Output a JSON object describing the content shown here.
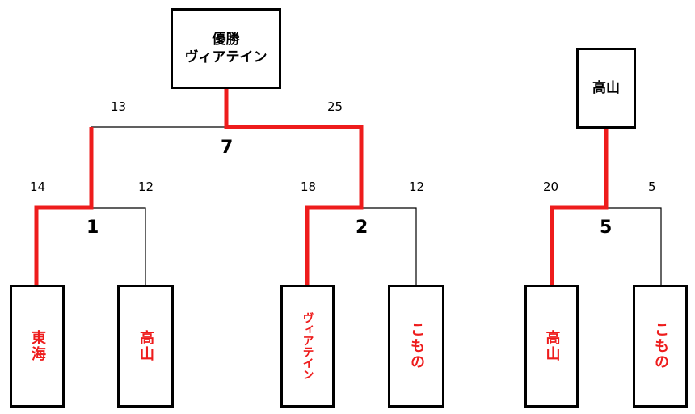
{
  "champion": {
    "title": "優勝",
    "name": "ヴィアテイン"
  },
  "side_winner": "高山",
  "teams": [
    "東海",
    "高山",
    "ヴィアテイン",
    "こもの",
    "高山",
    "こもの"
  ],
  "match_numbers": {
    "m1": "1",
    "m2": "2",
    "final": "7",
    "m5": "5"
  },
  "scores": {
    "final_left": "13",
    "final_right": "25",
    "m1_left": "14",
    "m1_right": "12",
    "m2_left": "18",
    "m2_right": "12",
    "m5_left": "20",
    "m5_right": "5"
  },
  "colors": {
    "win_line": "#ee1c1c",
    "line": "#000000",
    "team_text": "#ee1c1c"
  }
}
